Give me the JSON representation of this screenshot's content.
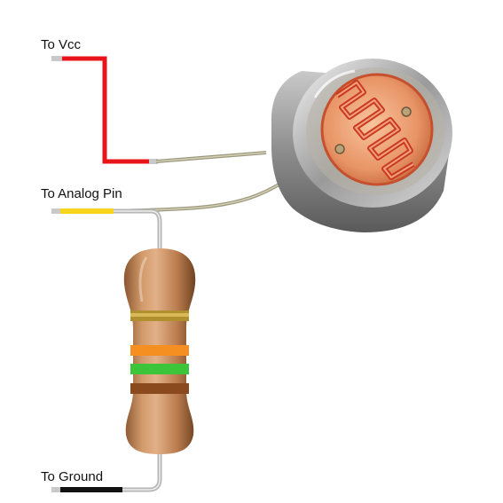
{
  "labels": {
    "vcc": "To Vcc",
    "analog_pin": "To Analog Pin",
    "ground": "To Ground"
  },
  "colors": {
    "vcc_wire": "#e8141a",
    "analog_wire": "#f7d51d",
    "ground_wire": "#111111",
    "lead_wire": "#b8b49a",
    "resistor_body": "#c8895a",
    "band_1": "#b0902e",
    "band_2": "#f68f21",
    "band_3": "#3cc43a",
    "band_4": "#8a4a1e",
    "cell_trace": "#d7442c"
  },
  "components": {
    "photoresistor": "ldr-icon",
    "resistor": "resistor-icon"
  }
}
